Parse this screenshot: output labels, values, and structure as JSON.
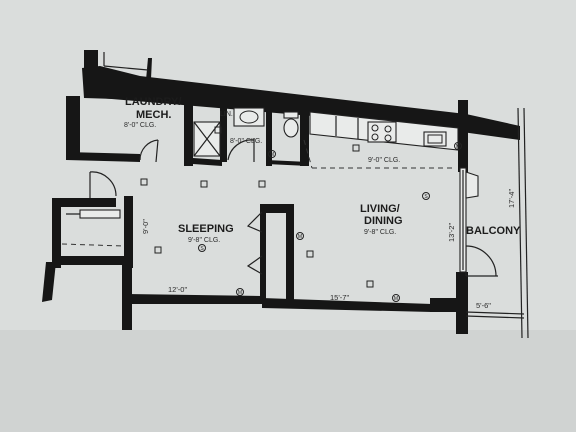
{
  "rooms": {
    "laundry_line1": "LAUNDRY/",
    "laundry_line2": "MECH.",
    "laundry_ceiling": "8'-0\" CLG.",
    "bath_ceiling": "8'-0\" CLG.",
    "sleeping": "SLEEPING",
    "sleeping_ceiling": "9'-8\" CLG.",
    "living_line1": "LIVING/",
    "living_line2": "DINING",
    "living_ceiling": "9'-8\" CLG.",
    "kitchen_ceiling": "9'-0\" CLG.",
    "balcony": "BALCONY",
    "linen": "LIN."
  },
  "dimensions": {
    "sleeping_width": "12'-0\"",
    "sleeping_depth": "9'-0\"",
    "living_width": "15'-7\"",
    "living_depth": "13'-2\"",
    "balcony_width": "5'-6\"",
    "balcony_depth": "17'-4\""
  },
  "symbols": {
    "outlet": "S",
    "vent": "M"
  }
}
